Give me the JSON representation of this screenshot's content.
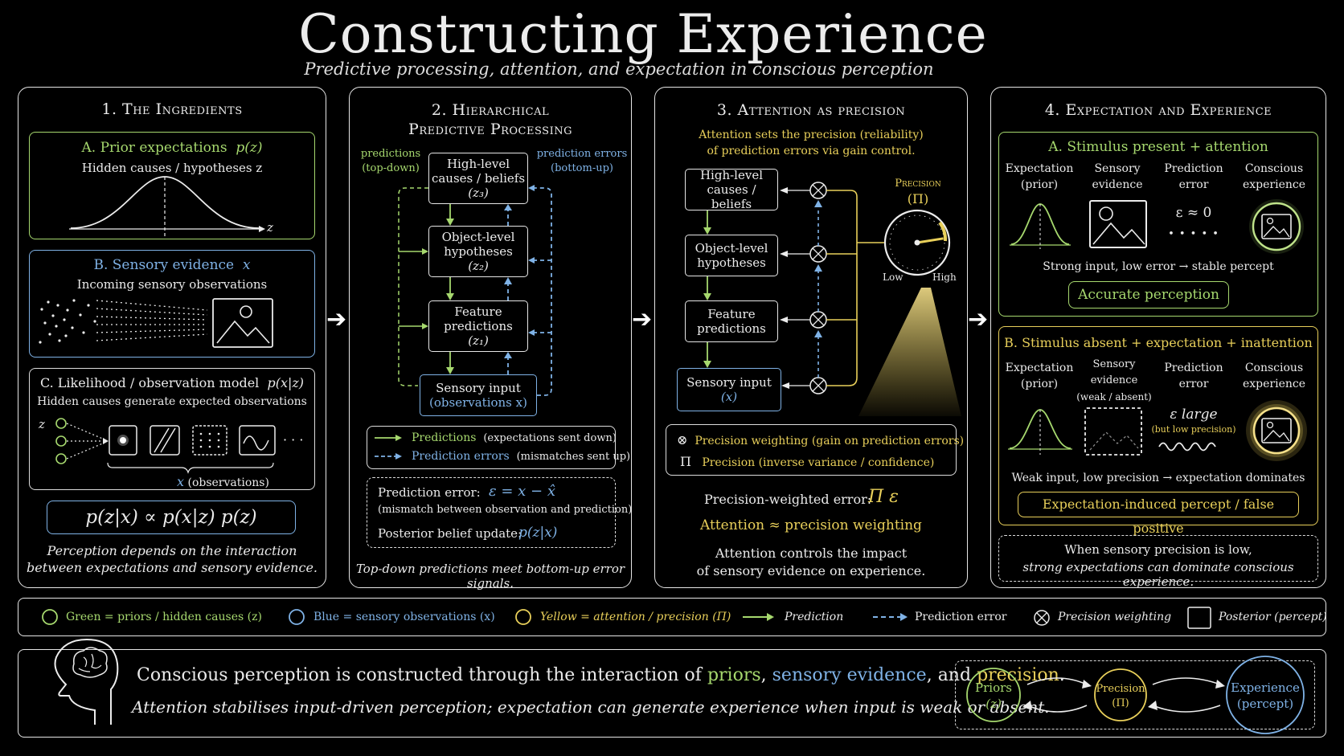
{
  "header": {
    "title": "Constructing Experience",
    "subtitle": "Predictive processing, attention, and expectation in conscious perception"
  },
  "panel1": {
    "heading": "1. The Ingredients",
    "a_title": "A. Prior expectations",
    "a_formula": "p(z)",
    "a_desc": "Hidden causes / hypotheses z",
    "a_axis": "z",
    "b_title": "B. Sensory evidence",
    "b_formula": "x",
    "b_desc": "Incoming sensory observations",
    "c_title": "C. Likelihood / observation model",
    "c_formula": "p(x|z)",
    "c_desc": "Hidden causes generate expected observations",
    "c_z": "z",
    "c_ellipsis": "· · ·",
    "c_x_label": "x",
    "c_x_note": "(observations)",
    "bayes": "p(z|x) ∝ p(x|z) p(z)",
    "caption_line1": "Perception depends on the interaction",
    "caption_line2": "between expectations and sensory evidence."
  },
  "panel2": {
    "heading_line1": "2. Hierarchical",
    "heading_line2": "Predictive Processing",
    "left_label_1": "predictions",
    "left_label_2": "(top-down)",
    "right_label_1": "prediction errors",
    "right_label_2": "(bottom-up)",
    "box_high": "High-level causes / beliefs",
    "box_high_sub": "(z₃)",
    "box_obj": "Object-level hypotheses",
    "box_obj_sub": "(z₂)",
    "box_feat": "Feature predictions",
    "box_feat_sub": "(z₁)",
    "box_sens": "Sensory input",
    "box_sens_sub": "(observations x)",
    "legend_pred": "Predictions",
    "legend_pred_note": "(expectations sent down)",
    "legend_err": "Prediction errors",
    "legend_err_note": "(mismatches sent up)",
    "pe_label": "Prediction error:",
    "pe_formula": "ε = x − x̂",
    "pe_note": "(mismatch between observation and prediction)",
    "post_label": "Posterior belief update:",
    "post_formula": "p(z|x)",
    "caption": "Top-down predictions meet bottom-up error signals."
  },
  "panel3": {
    "heading": "3. Attention as precision",
    "intro_line1": "Attention sets the precision (reliability)",
    "intro_line2": "of prediction errors via gain control.",
    "box_high": "High-level causes / beliefs",
    "box_obj": "Object-level hypotheses",
    "box_feat": "Feature predictions",
    "box_sens": "Sensory input",
    "box_sens_sub": "(x)",
    "gauge_title": "Precision",
    "gauge_symbol": "(Π)",
    "gauge_low": "Low",
    "gauge_high": "High",
    "gauge_level": 0.8,
    "leg_symbol_1": "⊗",
    "leg_text_1": "Precision weighting (gain on prediction errors)",
    "leg_symbol_2": "Π",
    "leg_text_2": "Precision (inverse variance / confidence)",
    "pw_label": "Precision-weighted error:",
    "pw_formula": "Π ε",
    "attention_eq": "Attention ≈ precision weighting",
    "caption_line1": "Attention controls the impact",
    "caption_line2": "of sensory evidence on experience."
  },
  "panel4": {
    "heading": "4. Expectation and Experience",
    "a_title": "A. Stimulus present + attention",
    "col1": "Expectation (prior)",
    "col2": "Sensory evidence",
    "col3": "Prediction error",
    "col4": "Conscious experience",
    "a_error": "ε ≈ 0",
    "a_dots": "• • • • •",
    "a_summary": "Strong input, low error → stable percept",
    "a_badge": "Accurate perception",
    "b_title": "B. Stimulus absent + expectation + inattention",
    "b_col2": "Sensory evidence",
    "b_col2_note": "(weak / absent)",
    "b_error": "ε large",
    "b_error_note": "(but low precision)",
    "b_summary": "Weak input, low precision → expectation dominates",
    "b_badge": "Expectation-induced percept / false positive",
    "note_line1": "When sensory precision is low,",
    "note_line2": "strong expectations can dominate conscious experience."
  },
  "legend": {
    "green": "Green = priors / hidden causes (z)",
    "blue": "Blue = sensory observations (x)",
    "yellow": "Yellow = attention / precision (Π)",
    "prediction": "Prediction",
    "prediction_error": "Prediction error",
    "precision_weighting": "Precision weighting",
    "posterior": "Posterior (percept)"
  },
  "footer": {
    "line1_a": "Conscious perception is constructed through the interaction of ",
    "line1_priors": "priors",
    "line1_sep1": ", ",
    "line1_sensory": "sensory evidence",
    "line1_sep2": ", and ",
    "line1_precision": "precision",
    "line1_end": ".",
    "line2": "Attention stabilises input-driven perception; expectation can generate experience when input is weak or absent.",
    "node1": "Priors",
    "node1_sub": "(z)",
    "node2": "Precision",
    "node2_sub": "(Π)",
    "node3": "Experience",
    "node3_sub": "(percept)"
  },
  "colors": {
    "green": "#a6d86e",
    "blue": "#7fb2e6",
    "yellow": "#e8cf5a"
  }
}
